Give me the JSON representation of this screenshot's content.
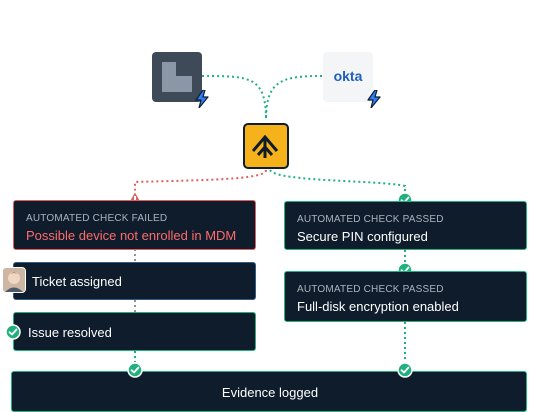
{
  "sources": {
    "left_app": {
      "icon": "workspace-app-icon",
      "integration_icon": "lightning-bolt-icon"
    },
    "okta": {
      "label": "okta",
      "integration_icon": "lightning-bolt-icon"
    }
  },
  "hub": {
    "icon": "vanta-logo-icon"
  },
  "left_flow": {
    "failed_check": {
      "title": "AUTOMATED CHECK FAILED",
      "description": "Possible device not enrolled in MDM",
      "status_icon": "warning-icon"
    },
    "ticket": {
      "label": "Ticket assigned",
      "avatar": "user-avatar"
    },
    "resolved": {
      "label": "Issue resolved",
      "status_icon": "check-circle-icon"
    }
  },
  "right_flow": {
    "check_pin": {
      "title": "AUTOMATED CHECK PASSED",
      "description": "Secure PIN configured",
      "status_icon": "check-circle-icon"
    },
    "check_encryption": {
      "title": "AUTOMATED CHECK PASSED",
      "description": "Full-disk encryption enabled",
      "status_icon": "check-circle-icon"
    }
  },
  "evidence": {
    "label": "Evidence logged"
  },
  "colors": {
    "card_bg": "#0f1c2b",
    "pass": "#22b07d",
    "fail": "#e25c5c",
    "neutral_border": "#2f5d86",
    "hub": "#f5b21a",
    "bolt": "#2d7ff9"
  }
}
